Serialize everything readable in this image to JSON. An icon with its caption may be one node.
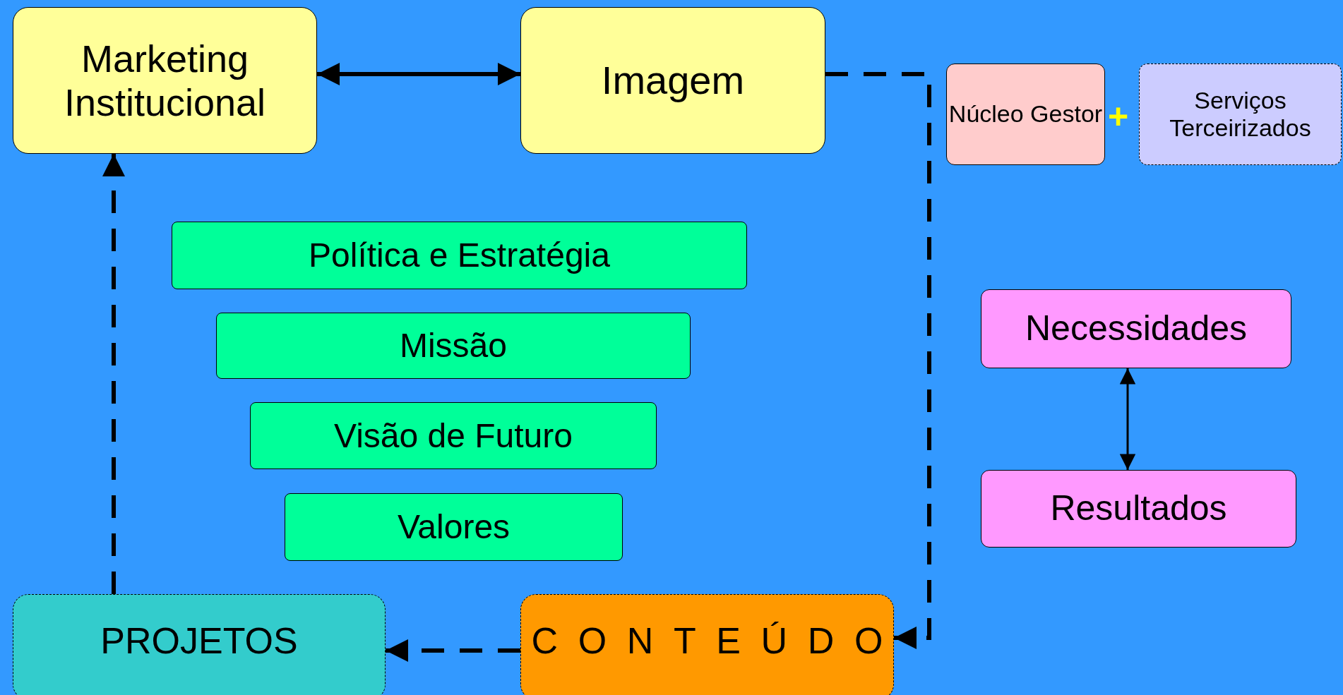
{
  "diagram": {
    "nodes": [
      {
        "text": [
          "Marketing Institucional"
        ]
      },
      {
        "text": [
          "Imagem"
        ]
      },
      {
        "text": [
          "Núcleo Gestor"
        ]
      },
      {
        "text": [
          "Serviços Terceirizados"
        ]
      },
      {
        "text": [
          "Política e Estratégia"
        ]
      },
      {
        "text": [
          "Missão"
        ]
      },
      {
        "text": [
          "Visão de Futuro"
        ]
      },
      {
        "text": [
          "Valores"
        ]
      },
      {
        "text": [
          "Necessidades"
        ]
      },
      {
        "text": [
          "Resultados"
        ]
      },
      {
        "text": [
          "PROJETOS"
        ]
      },
      {
        "text": [
          "CONTEÚDO"
        ]
      }
    ],
    "edges": [
      {
        "from": 0,
        "to": 1,
        "arrow": "both"
      },
      {
        "from": 1,
        "to": 11,
        "arrow": "to",
        "style": "dashed"
      },
      {
        "from": 11,
        "to": 10,
        "arrow": "to",
        "style": "dashed"
      },
      {
        "from": 10,
        "to": 0,
        "arrow": "to",
        "style": "dashed"
      },
      {
        "from": 8,
        "to": 9,
        "arrow": "both"
      }
    ],
    "labels": [
      "+"
    ]
  }
}
